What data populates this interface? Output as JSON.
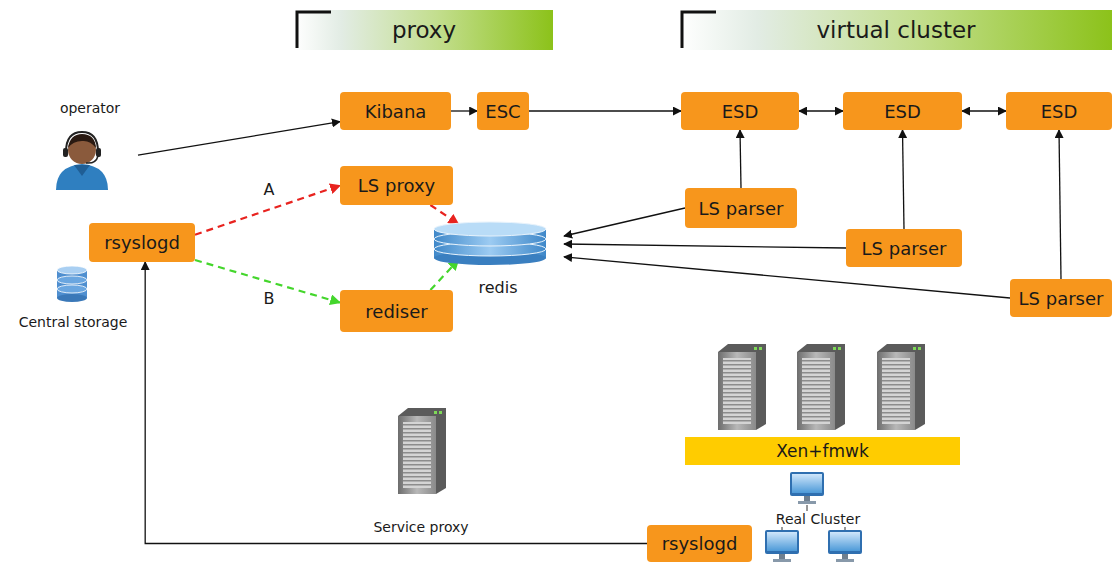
{
  "diagram": {
    "nodes": [
      {
        "text": [
          "proxy"
        ]
      },
      {
        "text": [
          "virtual cluster"
        ]
      },
      {
        "text": [
          "operator"
        ]
      },
      {
        "text": [
          "Kibana"
        ]
      },
      {
        "text": [
          "ESC"
        ]
      },
      {
        "text": [
          "ESD"
        ]
      },
      {
        "text": [
          "ESD"
        ]
      },
      {
        "text": [
          "ESD"
        ]
      },
      {
        "text": [
          "LS proxy"
        ]
      },
      {
        "text": [
          "rsyslogd"
        ]
      },
      {
        "text": [
          "redis"
        ]
      },
      {
        "text": [
          "LS parser"
        ]
      },
      {
        "text": [
          "LS parser"
        ]
      },
      {
        "text": [
          "rediser"
        ]
      },
      {
        "text": [
          "LS parser"
        ]
      },
      {
        "text": [
          "Xen+fmwk"
        ]
      },
      {
        "text": [
          "rsyslogd"
        ]
      }
    ],
    "edges": [
      {
        "from": 2,
        "to": 3,
        "arrow": "to"
      },
      {
        "from": 3,
        "to": 4,
        "arrow": "to"
      },
      {
        "from": 4,
        "to": 5,
        "arrow": "to"
      },
      {
        "from": 5,
        "to": 6,
        "arrow": "both"
      },
      {
        "from": 6,
        "to": 7,
        "arrow": "both"
      },
      {
        "from": 11,
        "to": 5,
        "arrow": "to"
      },
      {
        "from": 12,
        "to": 6,
        "arrow": "to"
      },
      {
        "from": 14,
        "to": 7,
        "arrow": "to"
      },
      {
        "from": 11,
        "to": 10,
        "arrow": "to"
      },
      {
        "from": 12,
        "to": 10,
        "arrow": "to"
      },
      {
        "from": 14,
        "to": 10,
        "arrow": "to"
      },
      {
        "from": 9,
        "to": 8,
        "label": "A",
        "arrow": "to"
      },
      {
        "from": 8,
        "to": 10,
        "arrow": "to"
      },
      {
        "from": 9,
        "to": 13,
        "label": "B",
        "arrow": "to"
      },
      {
        "from": 13,
        "to": 10,
        "arrow": "to"
      },
      {
        "from": 16,
        "to": 9,
        "arrow": "to"
      }
    ],
    "labels": [
      "Central storage",
      "Service proxy",
      "Real Cluster"
    ]
  }
}
